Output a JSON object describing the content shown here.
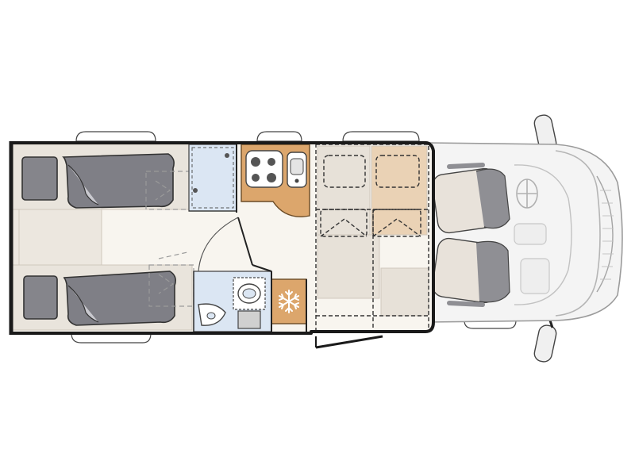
{
  "diagram": {
    "kind": "motorhome floor plan (top view)",
    "colors": {
      "outline": "#1a1a1a",
      "floor": "#f8f5ef",
      "bed_frame": "#e9e4dc",
      "mattress": "#ece7df",
      "blanket": "#7f7f86",
      "pillow": "#85858b",
      "shower": "#dbe6f3",
      "bathroom": "#dbe6f3",
      "kitchen": "#dca66c",
      "fridge": "#dca66c",
      "seat_cushion": "#e7e1d8",
      "seat_highlight": "#ead2b5",
      "cab_seat": "#e8e2da",
      "cab_trim": "#8f8f94",
      "cab_body": "#f4f4f4"
    },
    "rooms": [
      {
        "name": "rear-twin-beds"
      },
      {
        "name": "shower"
      },
      {
        "name": "washroom"
      },
      {
        "name": "kitchen"
      },
      {
        "name": "fridge"
      },
      {
        "name": "dinette"
      },
      {
        "name": "driver-cab"
      }
    ],
    "icons": {
      "fridge": "snowflake-icon",
      "hob": "stove-burners-icon",
      "sink": "sink-icon",
      "toilet": "toilet-icon",
      "washbasin": "washbasin-icon",
      "steering_wheel": "steering-wheel-icon",
      "door": "entrance-door-icon"
    }
  }
}
